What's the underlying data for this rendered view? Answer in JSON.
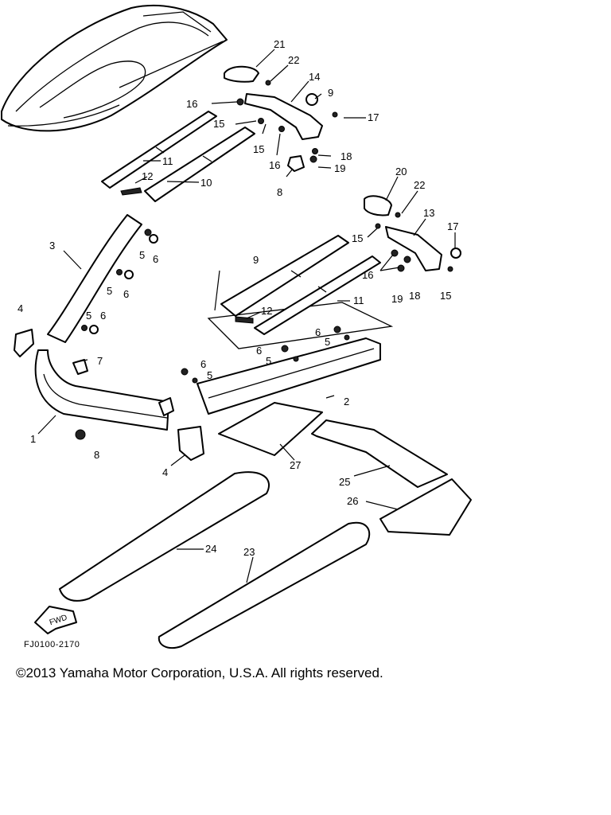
{
  "diagram": {
    "reference_code": "FJ0100-2170",
    "direction_label": "FWD",
    "callouts": [
      "21",
      "22",
      "14",
      "9",
      "16",
      "17",
      "15",
      "15",
      "16",
      "18",
      "19",
      "8",
      "11",
      "12",
      "10",
      "20",
      "22",
      "13",
      "17",
      "15",
      "16",
      "19",
      "18",
      "15",
      "3",
      "5",
      "6",
      "5",
      "6",
      "9",
      "11",
      "12",
      "4",
      "5",
      "6",
      "7",
      "6",
      "5",
      "6",
      "5",
      "5",
      "6",
      "2",
      "1",
      "8",
      "4",
      "27",
      "25",
      "26",
      "24",
      "23"
    ]
  },
  "footer": {
    "copyright": "©2013 Yamaha Motor Corporation, U.S.A. All rights reserved."
  }
}
